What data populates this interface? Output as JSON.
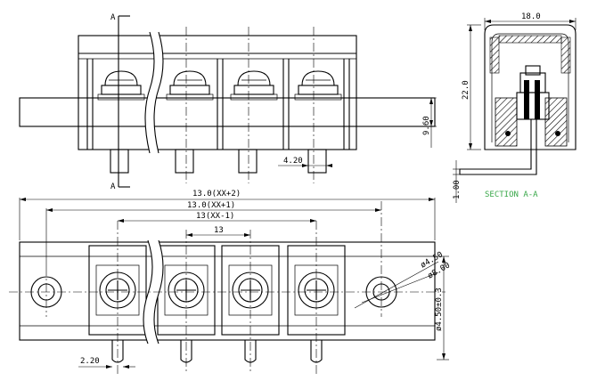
{
  "labels": {
    "section_mark_top": "A",
    "section_mark_bottom": "A",
    "height_right": "9.60",
    "pin_gap": "4.20",
    "side_width": "18.0",
    "side_height": "22.0",
    "pin_offset": "1.00",
    "section_caption": "SECTION A-A",
    "overall_x2": "13.0(XX+2)",
    "overall_x1": "13.0(XX+1)",
    "pitch_xm1": "13(XX-1)",
    "pitch": "13",
    "hole_small": "ø4.50",
    "hole_large": "ø8.00",
    "hole_center": "ø4.50±0.3",
    "pin_width": "2.20"
  },
  "colors": {
    "line": "#000000",
    "caption": "#3aa84a",
    "background": "#ffffff"
  }
}
